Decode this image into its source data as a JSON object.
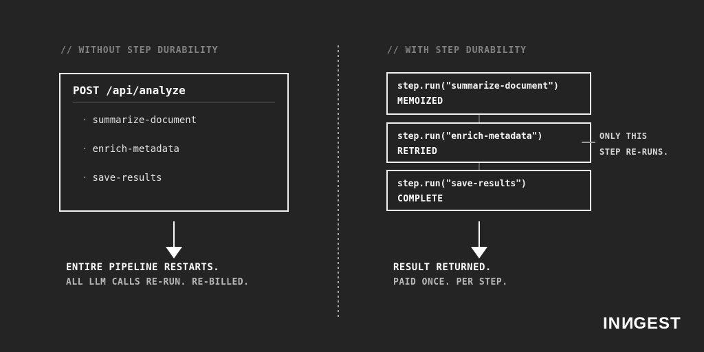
{
  "colors": {
    "background": "#242424",
    "box_border": "#f2f2f2",
    "primary_text": "#fafafa",
    "muted_header": "#828282",
    "secondary_text": "#b8b8b8",
    "divider": "#5f5f5f",
    "dotted_divider": "#a8a8a8"
  },
  "left": {
    "header": "// WITHOUT STEP DURABILITY",
    "box": {
      "title": "POST /api/analyze",
      "bullet": "·",
      "items": [
        "summarize-document",
        "enrich-metadata",
        "save-results"
      ]
    },
    "result_title": "ENTIRE PIPELINE RESTARTS.",
    "result_subtitle": "ALL LLM CALLS RE-RUN. RE-BILLED."
  },
  "right": {
    "header": "// WITH STEP DURABILITY",
    "steps": [
      {
        "code": "step.run(\"summarize-document\")",
        "status": "MEMOIZED"
      },
      {
        "code": "step.run(\"enrich-metadata\")",
        "status": "RETRIED"
      },
      {
        "code": "step.run(\"save-results\")",
        "status": "COMPLETE"
      }
    ],
    "annotation": {
      "line1": "ONLY THIS",
      "line2": "STEP RE-RUNS."
    },
    "result_title": "RESULT RETURNED.",
    "result_subtitle": "PAID ONCE. PER STEP."
  },
  "logo": {
    "brand": "INNGEST",
    "part1": "IN",
    "part2": "N",
    "part3": "GEST"
  }
}
